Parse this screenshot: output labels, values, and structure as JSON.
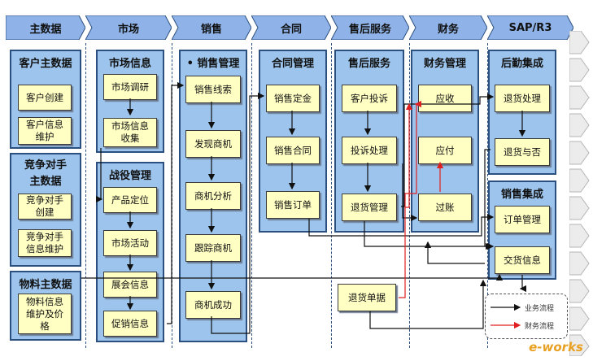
{
  "headers": [
    "主数据",
    "市场",
    "销售",
    "合同",
    "售后服务",
    "财务",
    "SAP/R3"
  ],
  "panels": {
    "customer": {
      "title": "客户主数据",
      "items": [
        "客户创建",
        "客户信息维护"
      ]
    },
    "competitor": {
      "title": "竞争对手主数据",
      "items": [
        "竞争对手创建",
        "竞争对手信息维护"
      ]
    },
    "material": {
      "title": "物料主数据",
      "items": [
        "物料信息维护及价格"
      ]
    },
    "market_info": {
      "title": "市场信息",
      "items": [
        "市场调研",
        "市场信息收集"
      ]
    },
    "campaign": {
      "title": "战役管理",
      "items": [
        "产品定位",
        "市场活动",
        "展会信息",
        "促销信息"
      ]
    },
    "sales_mgmt": {
      "title": "• 销售管理",
      "items": [
        "销售线索",
        "发现商机",
        "商机分析",
        "跟踪商机",
        "商机成功"
      ]
    },
    "contract_mgmt": {
      "title": "合同管理",
      "items": [
        "销售定金",
        "销售合同",
        "销售订单"
      ]
    },
    "aftersales": {
      "title": "售后服务",
      "items": [
        "客户投诉",
        "投诉处理",
        "退货管理"
      ]
    },
    "return_doc": {
      "label": "退货单据"
    },
    "finance_mgmt": {
      "title": "财务管理",
      "items": [
        "应收",
        "应付",
        "过账"
      ]
    },
    "backend": {
      "title": "后勤集成",
      "items": [
        "退货处理",
        "退货与否"
      ]
    },
    "sales_integration": {
      "title": "销售集成",
      "items": [
        "订单管理",
        "交货信息"
      ]
    }
  },
  "legend": {
    "business_flow": "业务流程",
    "finance_flow": "财务流程"
  },
  "watermark": "e-works",
  "colors": {
    "header": "#8fb3e8",
    "panel": "#9cc4ec",
    "box": "#ffffc4",
    "finance_arrow": "#e02020",
    "flow_arrow": "#111111"
  }
}
